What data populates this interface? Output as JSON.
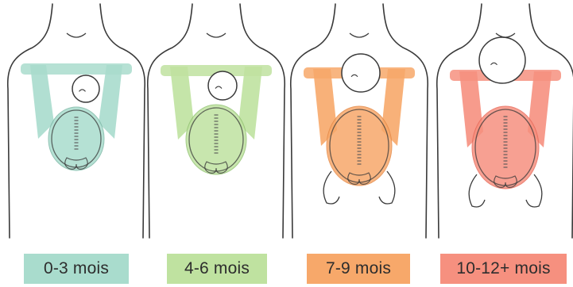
{
  "stages": [
    {
      "label": "0-3 mois",
      "color": "#a9dccd",
      "stroke": "#7fb9a8"
    },
    {
      "label": "4-6 mois",
      "color": "#bfe2a0",
      "stroke": "#94c474"
    },
    {
      "label": "7-9 mois",
      "color": "#f7a86a",
      "stroke": "#e58a47"
    },
    {
      "label": "10-12+ mois",
      "color": "#f6907f",
      "stroke": "#e86a5a"
    }
  ],
  "outline_color": "#3a3a3a"
}
